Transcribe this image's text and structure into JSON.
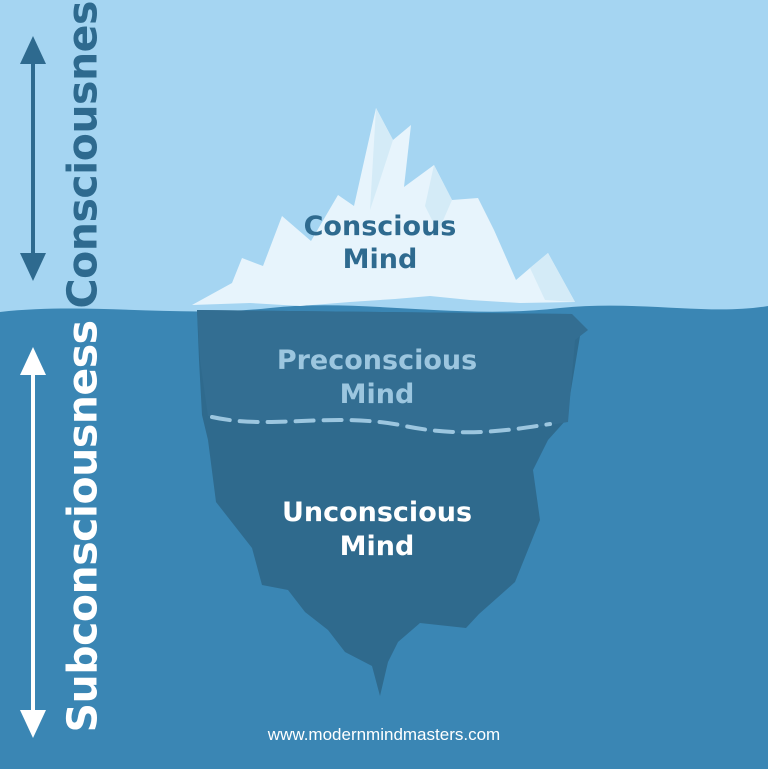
{
  "labels": {
    "consciousness": "Consciousness",
    "subconsciousness": "Subconsciousness",
    "conscious_mind": [
      "Conscious",
      "Mind"
    ],
    "preconscious_mind": [
      "Preconscious",
      "Mind"
    ],
    "unconscious_mind": [
      "Unconscious",
      "Mind"
    ],
    "website": "www.modernmindmasters.com"
  },
  "colors": {
    "sky": "#a5d5f2",
    "water": "#3a86b4",
    "iceberg_top": "#e7f4fc",
    "iceberg_middle": "#336e92",
    "iceberg_bottom": "#2f6a8d",
    "conscious_text": "#2e6a8f",
    "preconscious_text": "#9cc6df",
    "unconscious_text": "#ffffff",
    "dashed_line": "#9cc6df"
  },
  "icons": {
    "consciousness_arrow": "double-headed-vertical-arrow",
    "subconsciousness_arrow": "double-headed-vertical-arrow"
  }
}
